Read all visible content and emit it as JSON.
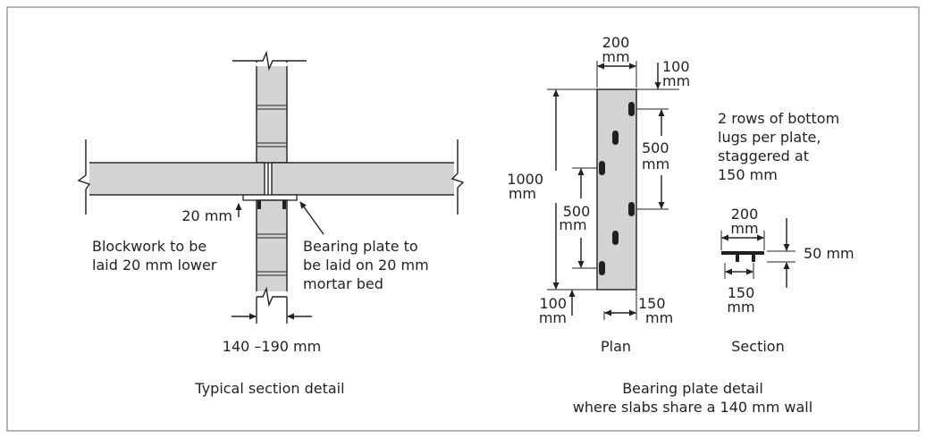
{
  "figure": {
    "left_detail": {
      "caption": "Typical section detail",
      "dim_gap": "20 mm",
      "note_blockwork": [
        "Blockwork to be",
        "laid 20 mm lower"
      ],
      "note_bearing": [
        "Bearing plate to",
        "be laid on 20 mm",
        "mortar bed"
      ],
      "dim_wall": "140 –190 mm"
    },
    "plan": {
      "label": "Plan",
      "dim_width": [
        "200",
        "mm"
      ],
      "dim_top": [
        "100",
        "mm"
      ],
      "dim_total": [
        "1000",
        "mm"
      ],
      "dim_right_pitch": [
        "500",
        "mm"
      ],
      "dim_left_pitch": [
        "500",
        "mm"
      ],
      "dim_bottom": [
        "100",
        "mm"
      ],
      "dim_offset": [
        "150",
        "mm"
      ]
    },
    "section": {
      "label": "Section",
      "dim_width": [
        "200",
        "mm"
      ],
      "dim_height": "50 mm",
      "dim_offset": [
        "150",
        "mm"
      ]
    },
    "note_lugs": [
      "2 rows of bottom",
      "lugs per plate,",
      "staggered at",
      "150 mm"
    ],
    "right_caption": [
      "Bearing plate detail",
      "where slabs share a 140 mm wall"
    ],
    "colors": {
      "slab_fill": "#d1d3d4",
      "line": "#231f20",
      "frame": "#808285"
    }
  }
}
